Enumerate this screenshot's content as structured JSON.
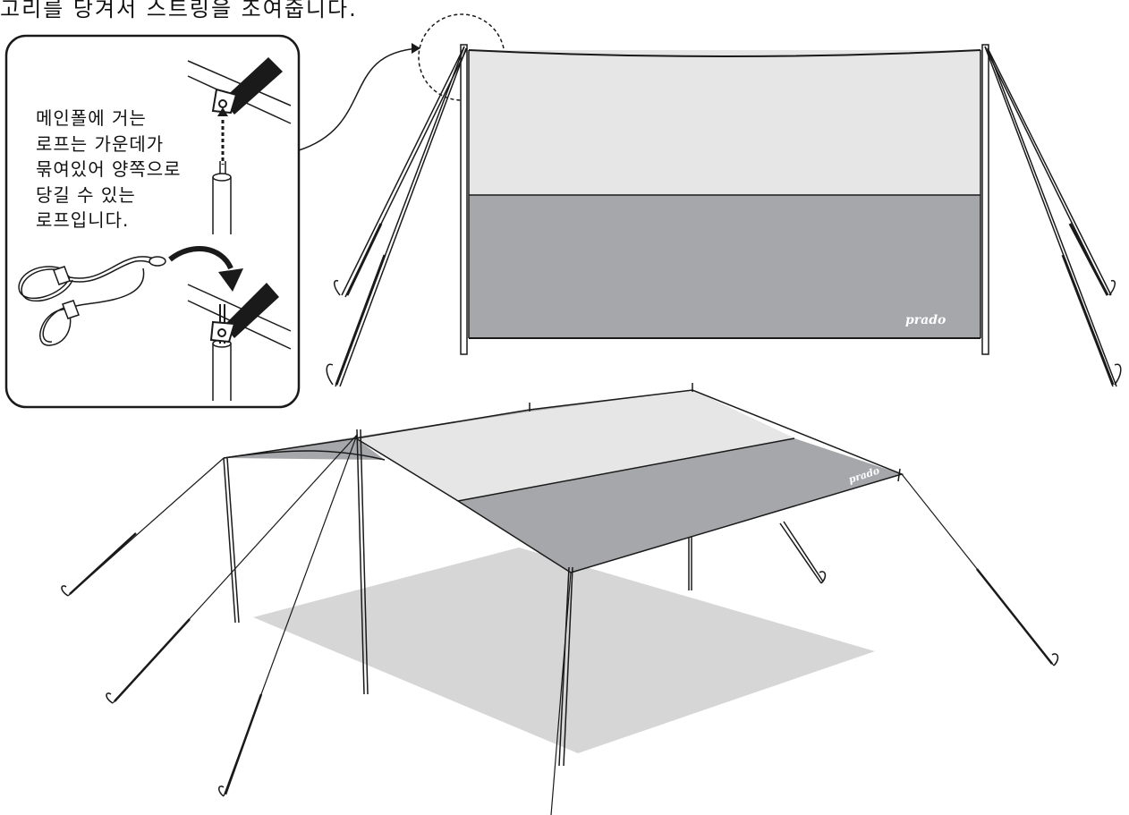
{
  "caption": {
    "text": "고리를 당겨서 스트링을 조여줍니다."
  },
  "inset_note": {
    "lines": [
      "메인폴에 거는",
      "로프는 가운데가",
      "묶여있어 양쪽으로",
      "당길 수 있는",
      "로프입니다."
    ]
  },
  "brand": {
    "logo_text": "prado"
  },
  "colors": {
    "line": "#1a1a1a",
    "panel_light": "#e6e6e6",
    "panel_dark": "#a6a7aa",
    "ground_shadow": "#d6d6d6",
    "background": "#ffffff"
  },
  "icons": {
    "detail_callout": "dashed-circle-icon",
    "pull_direction": "curved-arrow-icon",
    "pin": "tent-peg-icon"
  }
}
